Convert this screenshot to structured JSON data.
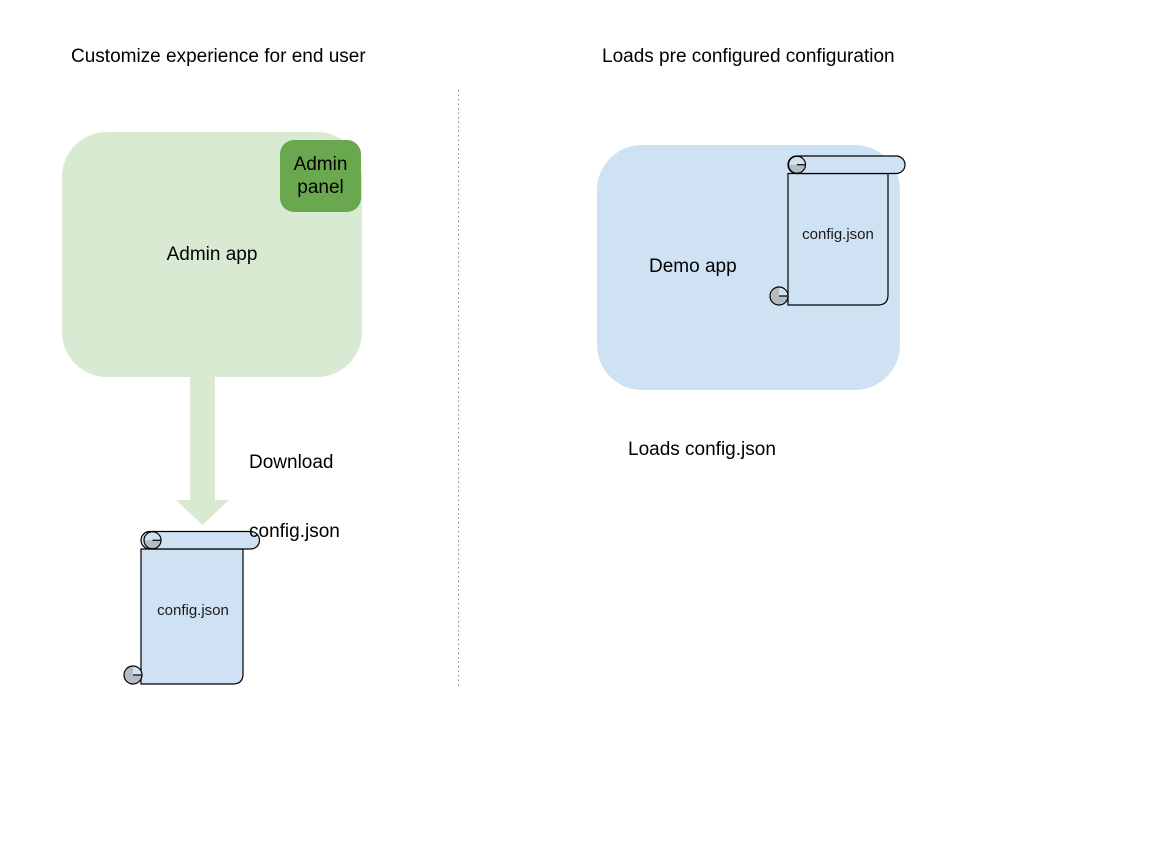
{
  "background": "#ffffff",
  "text_color": "#000000",
  "left_panel": {
    "title": "Customize experience for end user",
    "admin_app": {
      "label": "Admin app",
      "fill": "#d9ead3"
    },
    "admin_panel": {
      "line1": "Admin",
      "line2": "panel",
      "fill": "#6aa84f"
    },
    "download_arrow": {
      "fill": "#d9ead3",
      "caption_line1": "Download",
      "caption_line2": "config.json"
    },
    "config_scroll": {
      "label": "config.json",
      "fill": "#cfe2f3",
      "curl_fill": "#b4bcc2",
      "stroke": "#000000"
    }
  },
  "divider": {
    "style": "dotted",
    "color": "#8f8f8f"
  },
  "right_panel": {
    "title": "Loads pre configured configuration",
    "demo_app": {
      "label": "Demo app",
      "fill": "#cfe2f3"
    },
    "config_scroll": {
      "label": "config.json",
      "fill": "#cfe2f3",
      "curl_fill": "#b4bcc2",
      "stroke": "#000000"
    },
    "caption": "Loads config.json"
  }
}
